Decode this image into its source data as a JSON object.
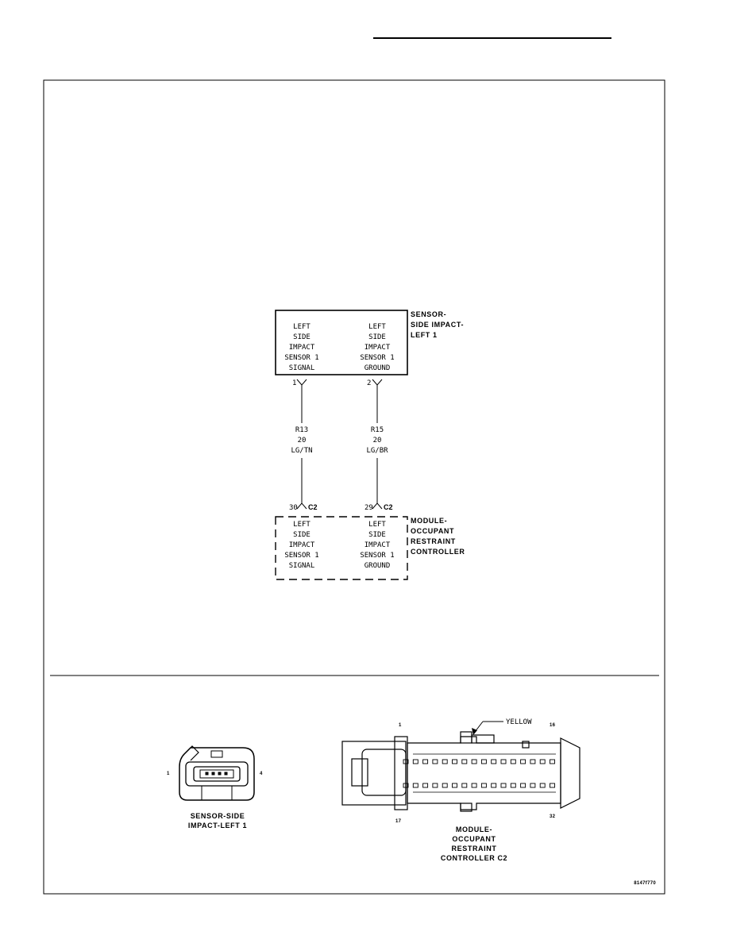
{
  "diagram": {
    "sensor": {
      "name_lines": [
        "SENSOR-",
        "SIDE IMPACT-",
        "LEFT 1"
      ],
      "col1": [
        "LEFT",
        "SIDE",
        "IMPACT",
        "SENSOR 1",
        "SIGNAL"
      ],
      "col2": [
        "LEFT",
        "SIDE",
        "IMPACT",
        "SENSOR 1",
        "GROUND"
      ]
    },
    "wires": [
      {
        "top_pin": "1",
        "circuit": "R13",
        "gauge": "20",
        "color": "LG/TN",
        "bottom_pin": "30",
        "connector": "C2"
      },
      {
        "top_pin": "2",
        "circuit": "R15",
        "gauge": "20",
        "color": "LG/BR",
        "bottom_pin": "29",
        "connector": "C2"
      }
    ],
    "module": {
      "name_lines": [
        "MODULE-",
        "OCCUPANT",
        "RESTRAINT",
        "CONTROLLER"
      ],
      "col1": [
        "LEFT",
        "SIDE",
        "IMPACT",
        "SENSOR 1",
        "SIGNAL"
      ],
      "col2": [
        "LEFT",
        "SIDE",
        "IMPACT",
        "SENSOR 1",
        "GROUND"
      ]
    }
  },
  "connectors": {
    "sensor_view": {
      "pin_left": "1",
      "pin_right": "4",
      "label_lines": [
        "SENSOR-SIDE",
        "IMPACT-LEFT 1"
      ]
    },
    "module_view": {
      "pin_top_left": "1",
      "pin_top_right": "16",
      "pin_bottom_left": "17",
      "pin_bottom_right": "32",
      "callout": "YELLOW",
      "label_lines": [
        "MODULE-",
        "OCCUPANT",
        "RESTRAINT",
        "CONTROLLER C2"
      ]
    }
  },
  "figure_id": "8147f770"
}
